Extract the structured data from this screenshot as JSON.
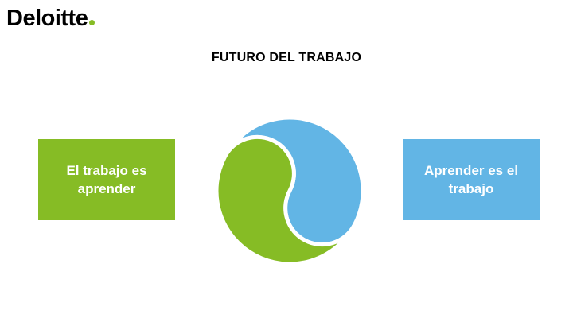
{
  "logo": {
    "text": "Deloitte",
    "dot_color": "#86BC25"
  },
  "title": "FUTURO DEL TRABAJO",
  "boxes": {
    "left": {
      "text": "El trabajo es aprender",
      "color": "#86BC25"
    },
    "right": {
      "text": "Aprender es el trabajo",
      "color": "#62B5E5"
    }
  },
  "shape": {
    "icon": "yin-yang-icon",
    "top_color": "#86BC25",
    "bottom_color": "#62B5E5"
  }
}
